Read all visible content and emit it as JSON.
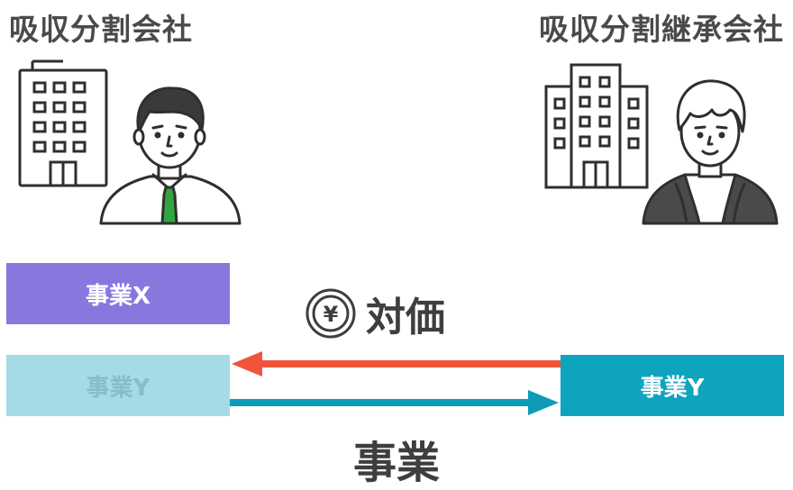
{
  "titles": {
    "left": "吸収分割会社",
    "right": "吸収分割継承会社"
  },
  "boxes": {
    "business_x": "事業X",
    "business_y_left": "事業Y",
    "business_y_right": "事業Y"
  },
  "arrows": {
    "payment_label": "対価",
    "payment_symbol": "¥",
    "business_label": "事業"
  },
  "colors": {
    "business_x": "#8878de",
    "business_y_faded": "#a6dbe5",
    "business_y_active": "#0ea4bd",
    "payment_arrow": "#f0553c",
    "business_arrow": "#0e9bb8",
    "text_dark": "#3e3e3e"
  },
  "icons": {
    "left_building": "office-building-icon",
    "left_person": "businessman-tie-icon",
    "right_building": "office-building-icon",
    "right_person": "casual-person-icon",
    "coin": "yen-coin-icon"
  }
}
